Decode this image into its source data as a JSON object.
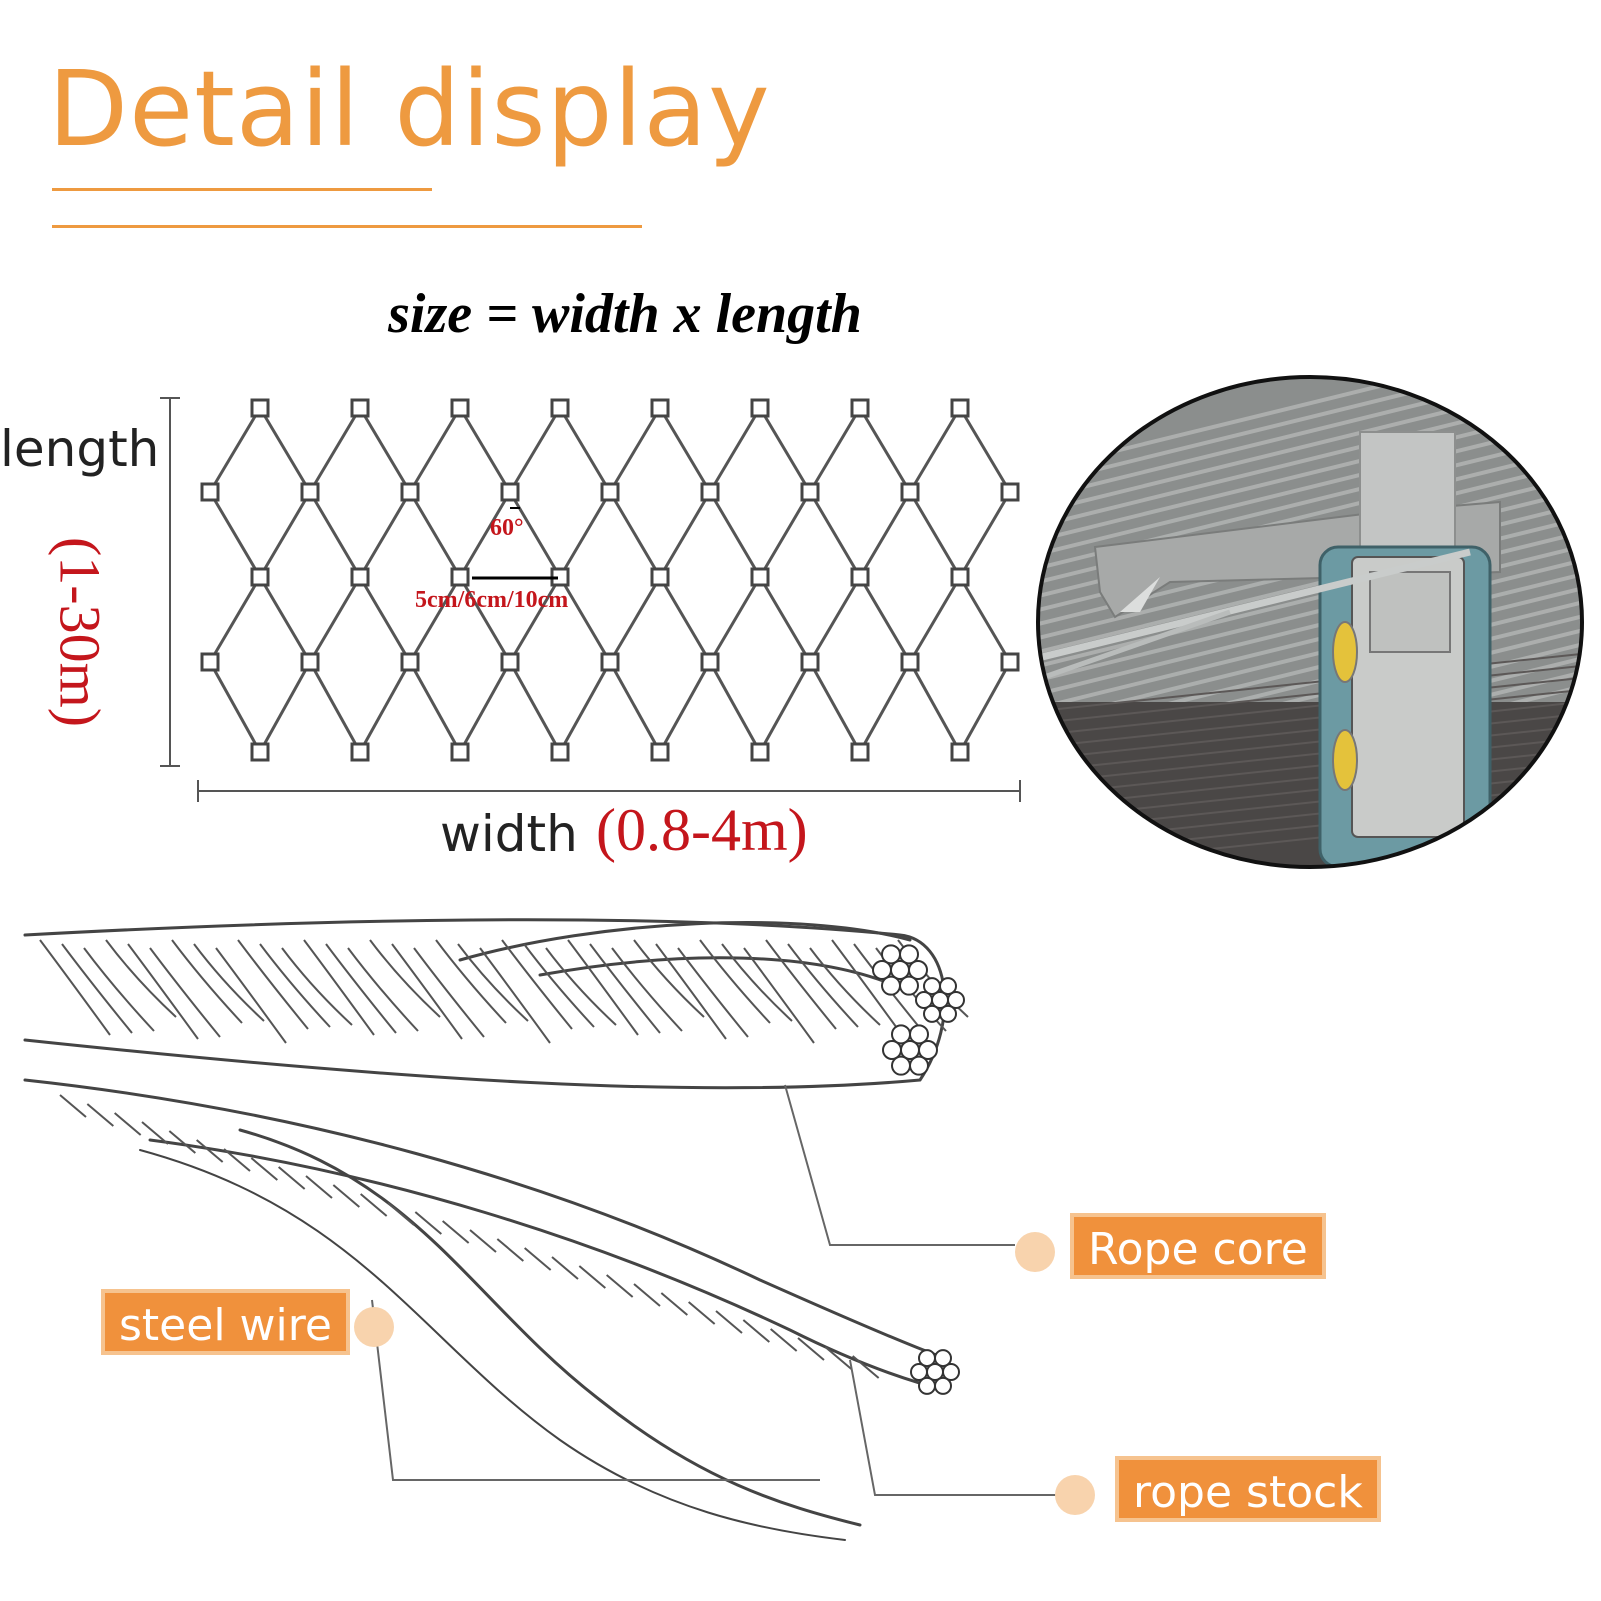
{
  "header": {
    "title": "Detail display",
    "accent_color": "#ee9a40"
  },
  "mesh_diagram": {
    "formula": "size = width x length",
    "length_label": "length",
    "length_range": "(1-30m)",
    "width_label": "width",
    "width_range": "(0.8-4m)",
    "angle": "60°",
    "spacing": "5cm/6cm/10cm",
    "range_color": "#c4161c"
  },
  "photo": {
    "subject": "caliper-measuring-cable-photo"
  },
  "rope_diagram": {
    "labels": {
      "rope_core": "Rope core",
      "steel_wire": "steel wire",
      "rope_stock": "rope stock"
    },
    "label_color": "#f0913c"
  }
}
